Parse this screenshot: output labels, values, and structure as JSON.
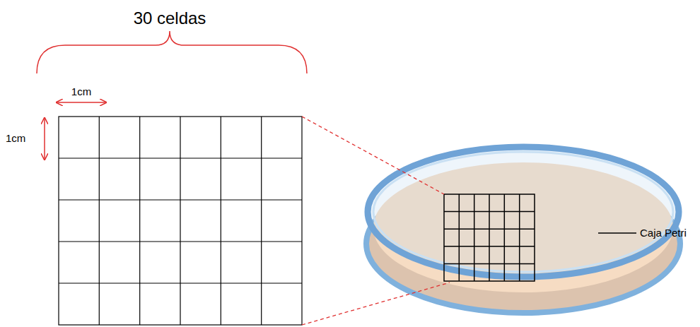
{
  "diagram": {
    "labels": [
      "30 celdas",
      "1cm",
      "1cm",
      "Caja Petri"
    ]
  }
}
